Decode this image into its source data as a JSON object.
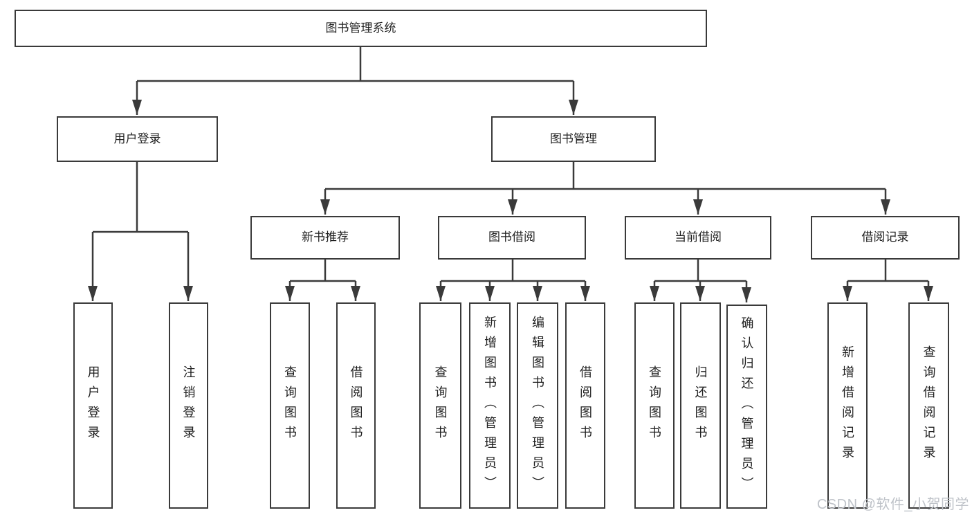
{
  "tree": {
    "root": {
      "label": "图书管理系统"
    },
    "branches": [
      {
        "label": "用户登录",
        "children": [
          {
            "label": "用户登录"
          },
          {
            "label": "注销登录"
          }
        ]
      },
      {
        "label": "图书管理",
        "children": [
          {
            "label": "新书推荐",
            "children": [
              {
                "label": "查询图书"
              },
              {
                "label": "借阅图书"
              }
            ]
          },
          {
            "label": "图书借阅",
            "children": [
              {
                "label": "查询图书"
              },
              {
                "label": "新增图书（管理员）"
              },
              {
                "label": "编辑图书（管理员）"
              },
              {
                "label": "借阅图书"
              }
            ]
          },
          {
            "label": "当前借阅",
            "children": [
              {
                "label": "查询图书"
              },
              {
                "label": "归还图书"
              },
              {
                "label": "确认归还（管理员）"
              }
            ]
          },
          {
            "label": "借阅记录",
            "children": [
              {
                "label": "新增借阅记录"
              },
              {
                "label": "查询借阅记录"
              }
            ]
          }
        ]
      }
    ]
  },
  "watermark": {
    "text": "CSDN @软件_小贺同学"
  },
  "colors": {
    "line": "#3a3a3a",
    "text": "#1f1f1f",
    "background": "#ffffff",
    "watermark": "#bfc3c9"
  }
}
